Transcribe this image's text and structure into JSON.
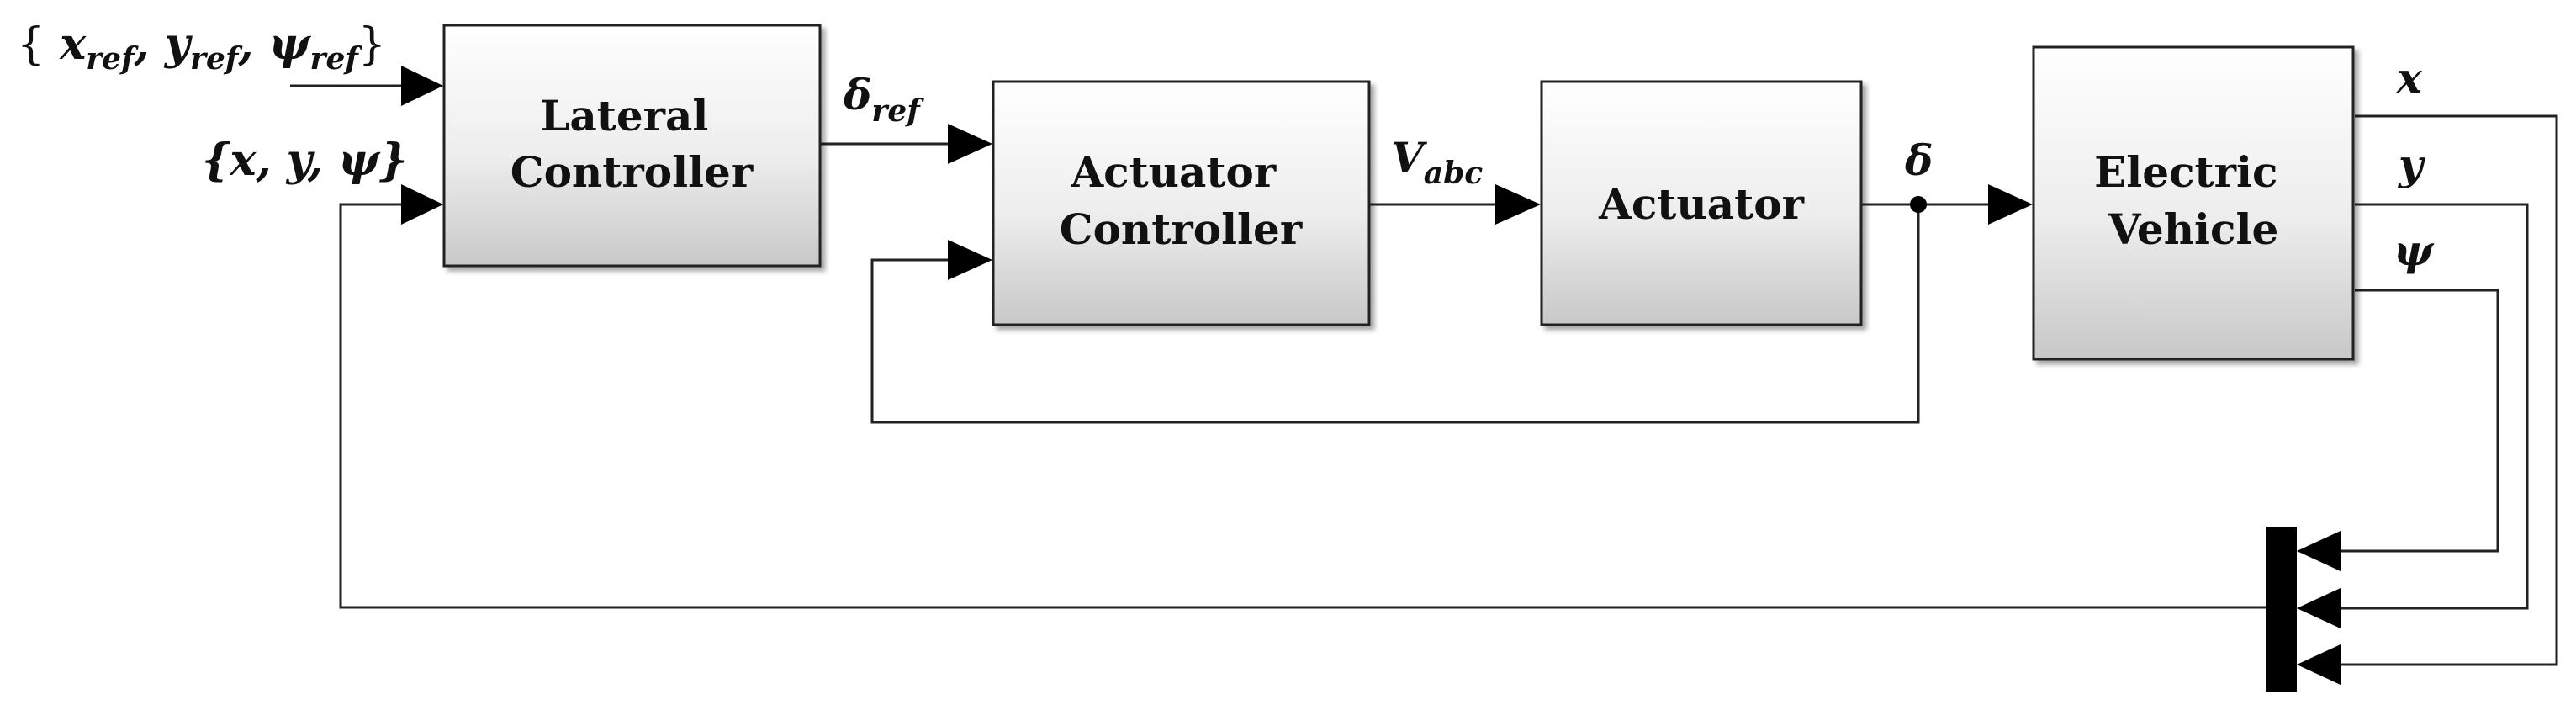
{
  "blocks": {
    "lateral_controller": [
      "Lateral",
      "Controller"
    ],
    "actuator_controller": [
      "Actuator",
      "Controller"
    ],
    "actuator": [
      "Actuator"
    ],
    "electric_vehicle": [
      "Electric",
      "Vehicle"
    ]
  },
  "signals": {
    "ref_open": "{",
    "ref_x": "x",
    "ref_y": "y",
    "ref_psi": "ψ",
    "ref_sub": "ref",
    "ref_comma": ",",
    "ref_close": "}",
    "state_label": "{x, y, ψ}",
    "delta_ref_main": "δ",
    "delta_ref_sub": "ref",
    "vabc_main": "V",
    "vabc_sub": "abc",
    "delta": "δ",
    "out_x": "x",
    "out_y": "y",
    "out_psi": "ψ"
  }
}
